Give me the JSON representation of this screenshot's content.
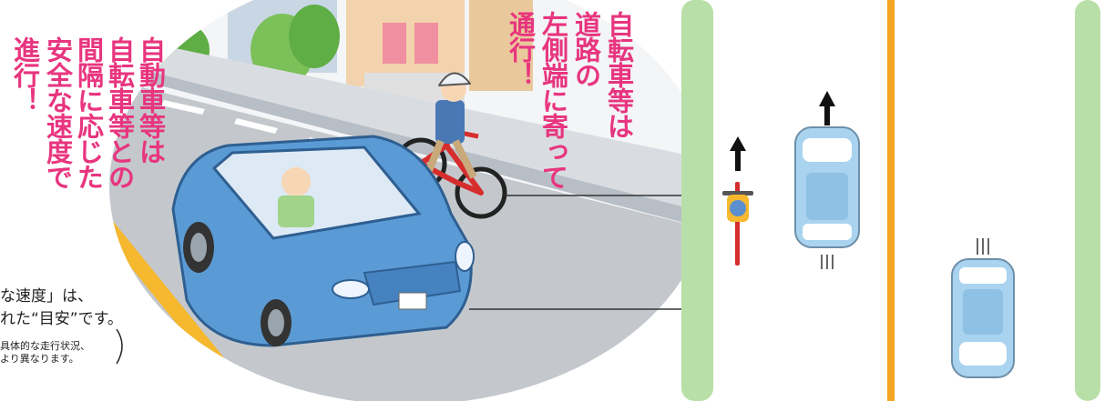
{
  "captions": {
    "bicycle_rule": [
      "自転車等は",
      "道路の",
      "左側端に寄って",
      "通行！"
    ],
    "car_rule": [
      "自動車等は",
      "自転車等との",
      "間隔に応じた",
      "安全な速度で",
      "進行！"
    ]
  },
  "notes": {
    "line1": "な速度」は、",
    "line2": "れた“目安”です。",
    "line3": "具体的な走行状況、",
    "line4": "より異なります。"
  },
  "colors": {
    "caption": "#e8357f",
    "road_center_line": "#f5a623",
    "bike_lane": "#b9dfa8",
    "car_body": "#5b9bd5"
  }
}
